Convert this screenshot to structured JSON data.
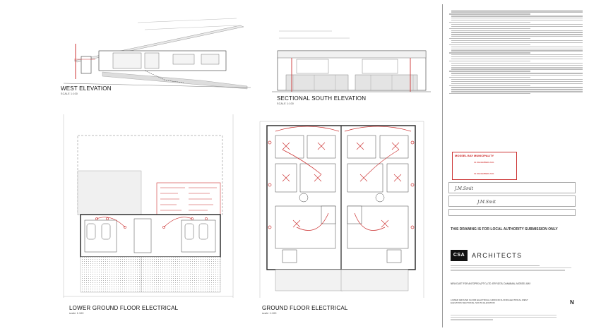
{
  "views": {
    "west": {
      "title": "WEST ELEVATION",
      "scale": "SCALE 1:100"
    },
    "south": {
      "title": "SECTIONAL SOUTH ELEVATION",
      "scale": "SCALE 1:100"
    },
    "lower": {
      "title": "LOWER GROUND FLOOR ELECTRICAL",
      "scale": "scale 1:100"
    },
    "ground": {
      "title": "GROUND FLOOR ELECTRICAL",
      "scale": "scale 1:100"
    }
  },
  "title_block": {
    "stamp_title": "MOSSEL BAY MUNICIPALITY",
    "stamp_date1": "01 DECEMBER 2021",
    "stamp_date2": "01 DECEMBER 2021",
    "signature": "J.M.Smit",
    "local_submission": "THIS DRAWING IS FOR LOCAL AUTHORITY SUBMISSION ONLY",
    "logo_mark": "CSA",
    "logo_name": "ARCHITECTS",
    "project": "NEW DUET FOR ANTOPRIX (PTY) LTD. ERF 8276, DANABAAI, MOSSEL BAY",
    "drawing": "LOWER GROUND FLOOR ELECTRICAL GROUND FLOOR ELECTRICAL WEST ELEVATION SECTIONAL SOUTH ELEVATION",
    "north": "N"
  }
}
